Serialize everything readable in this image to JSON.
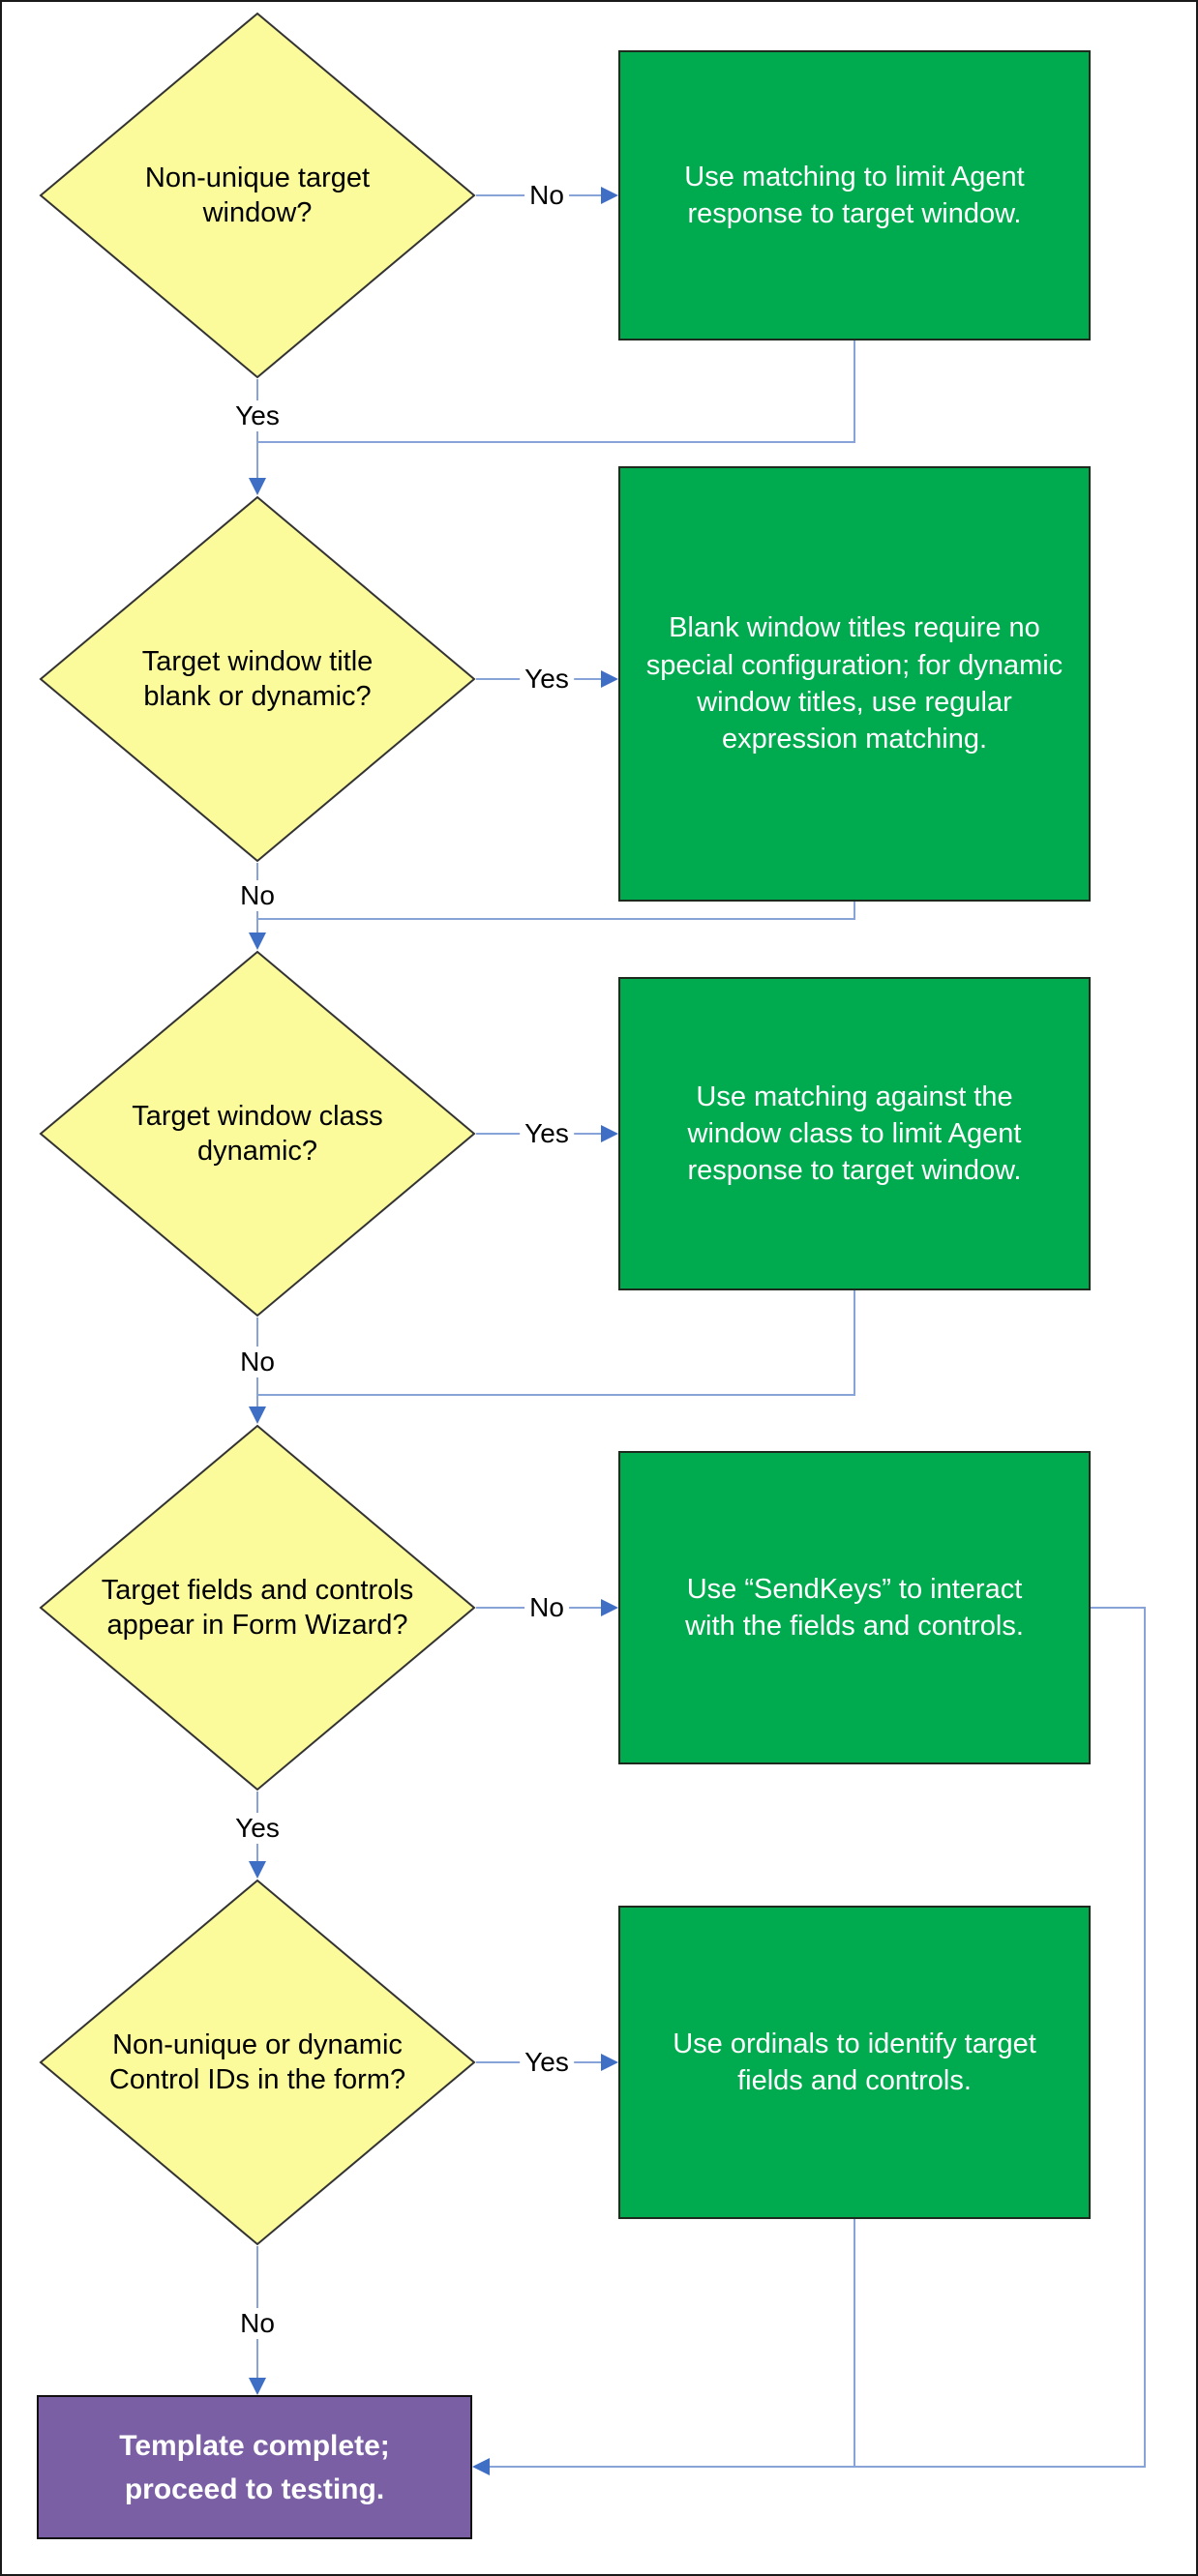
{
  "diagram": {
    "type": "flowchart",
    "decisions": {
      "d1": {
        "question": "Non-unique target window?"
      },
      "d2": {
        "question": "Target window title blank or dynamic?"
      },
      "d3": {
        "question": "Target window class dynamic?"
      },
      "d4": {
        "question": "Target fields and controls appear in Form Wizard?"
      },
      "d5": {
        "question": "Non-unique or dynamic Control IDs in the form?"
      }
    },
    "actions": {
      "b1": {
        "text": "Use matching to limit Agent response to target window."
      },
      "b2": {
        "text": "Blank window titles require no special configuration; for dynamic window titles, use regular expression matching."
      },
      "b3": {
        "text": "Use matching against the window class to limit Agent response to target window."
      },
      "b4": {
        "text": "Use “SendKeys” to interact with the fields and controls."
      },
      "b5": {
        "text": "Use ordinals to identify target fields and controls."
      }
    },
    "branch_labels": {
      "d1_right": "No",
      "d1_down": "Yes",
      "d2_right": "Yes",
      "d2_down": "No",
      "d3_right": "Yes",
      "d3_down": "No",
      "d4_right": "No",
      "d4_down": "Yes",
      "d5_right": "Yes",
      "d5_down": "No"
    },
    "terminal": {
      "text": "Template complete; proceed to testing."
    },
    "colors": {
      "decision_fill": "#FBFB9B",
      "decision_border": "#333333",
      "action_fill": "#00AB4F",
      "action_text": "#FFFFFF",
      "terminal_fill": "#7A5FA5",
      "terminal_text": "#FFFFFF",
      "connector_line": "#87A3D8",
      "arrowhead": "#3F6EC5",
      "label_text": "#000000",
      "background": "#FFFFFF"
    }
  }
}
